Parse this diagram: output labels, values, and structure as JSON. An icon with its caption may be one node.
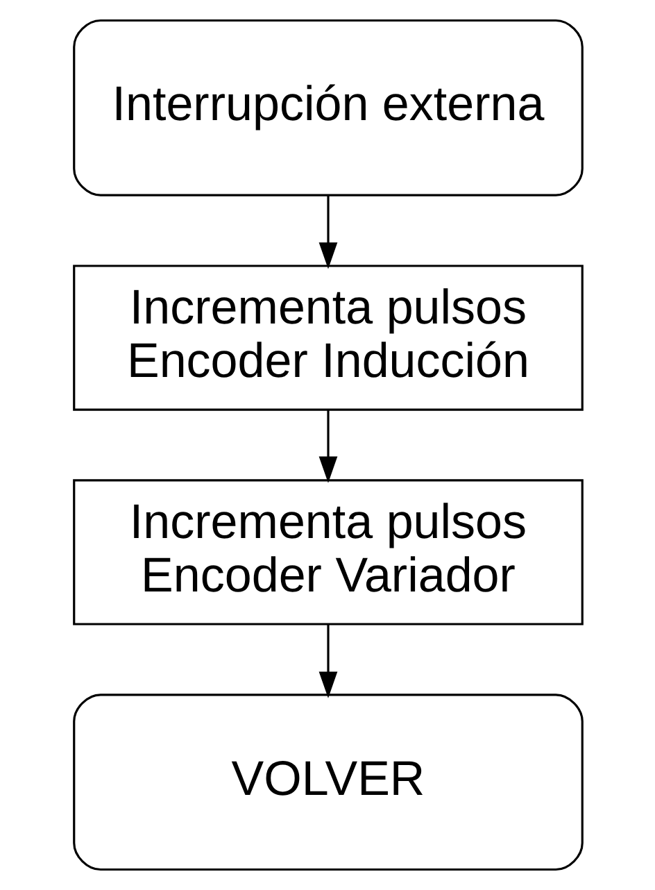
{
  "diagram": {
    "nodes": [
      {
        "text": [
          "Interrupción externa"
        ]
      },
      {
        "text": [
          "Incrementa pulsos Encoder Inducción"
        ]
      },
      {
        "text": [
          "Incrementa pulsos Encoder Variador"
        ]
      },
      {
        "text": [
          "VOLVER"
        ]
      }
    ],
    "edges": [
      {
        "from": 0,
        "to": 1,
        "arrow": "to"
      },
      {
        "from": 1,
        "to": 2,
        "arrow": "to"
      },
      {
        "from": 2,
        "to": 3,
        "arrow": "to"
      }
    ]
  }
}
